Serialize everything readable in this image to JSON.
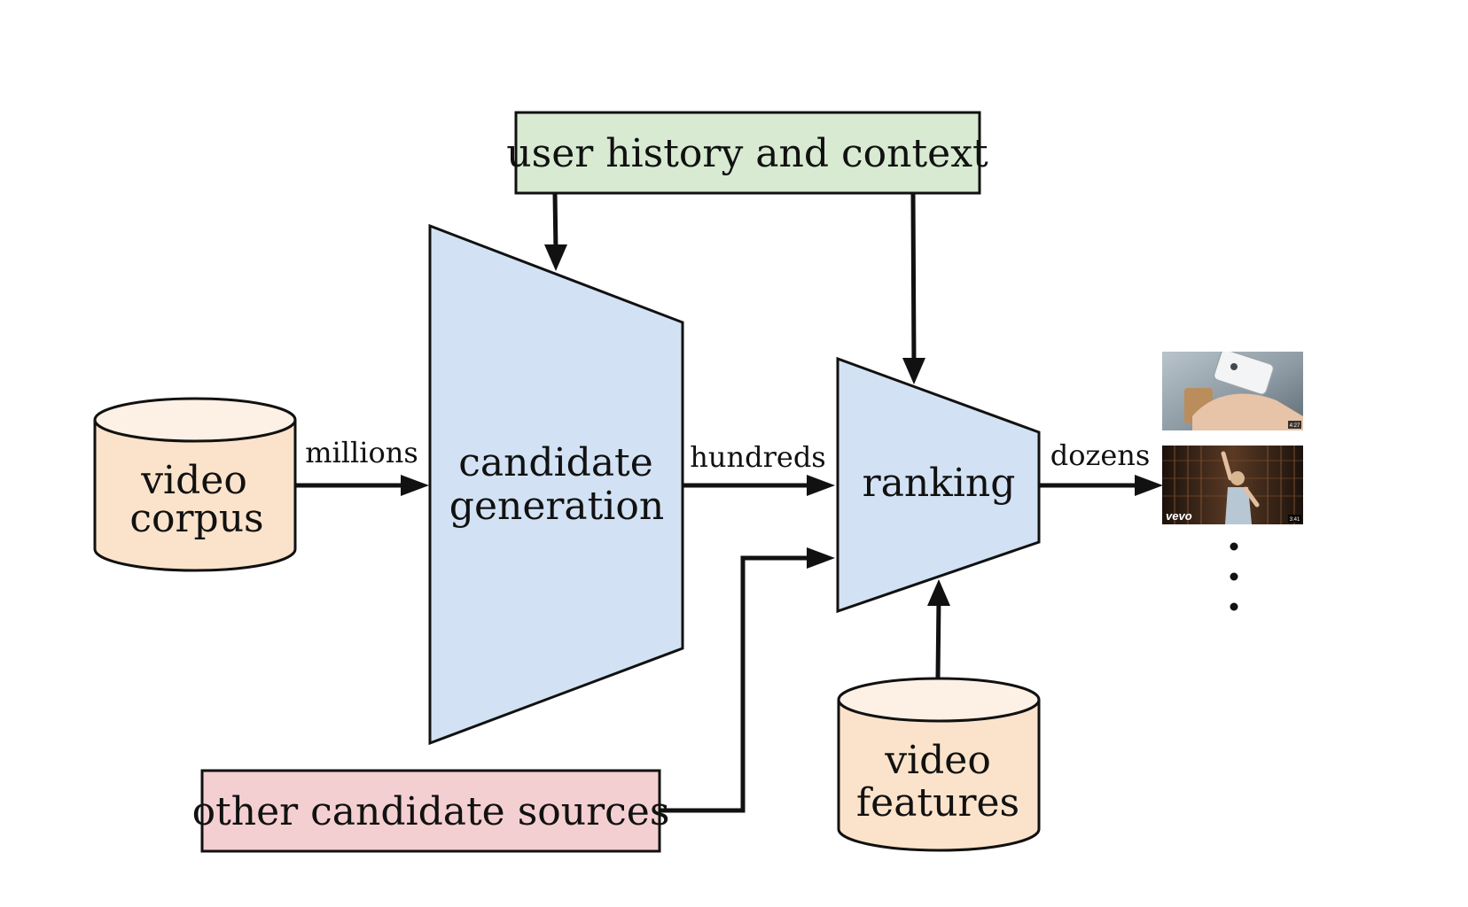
{
  "colors": {
    "context_box": "#d8ead2",
    "funnel": "#d2e2f4",
    "store": "#fbe3cb",
    "store_top": "#fdf0e4",
    "other_sources_box": "#f4cfd1",
    "stroke": "#111111"
  },
  "diagram": {
    "context_box": {
      "label": "user history and context"
    },
    "video_corpus": {
      "line1": "video",
      "line2": "corpus"
    },
    "candidate_generation": {
      "line1": "candidate",
      "line2": "generation"
    },
    "ranking": {
      "label": "ranking"
    },
    "video_features": {
      "line1": "video",
      "line2": "features"
    },
    "other_sources": {
      "label": "other candidate sources"
    },
    "flow_labels": {
      "millions": "millions",
      "hundreds": "hundreds",
      "dozens": "dozens"
    },
    "thumbnails": [
      {
        "icon": "phone-in-hand-thumbnail",
        "duration": "4:27"
      },
      {
        "icon": "dancer-music-video-thumbnail",
        "brand": "vevo",
        "duration": "3:41"
      }
    ],
    "continuation": {
      "icon": "vertical-ellipsis"
    }
  }
}
